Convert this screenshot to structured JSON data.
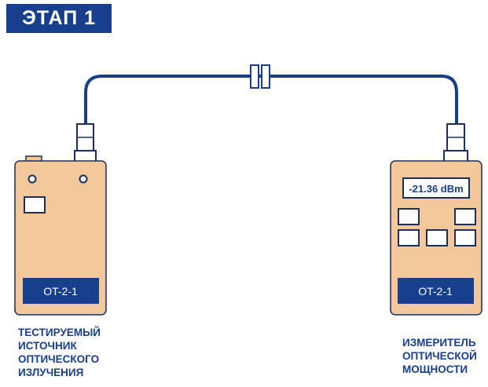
{
  "stage": {
    "title": "ЭТАП 1"
  },
  "source_device": {
    "model_label": "OT-2-1",
    "caption_lines": [
      "ТЕСТИРУЕМЫЙ",
      "ИСТОЧНИК",
      "ОПТИЧЕСКОГО",
      "ИЗЛУЧЕНИЯ"
    ]
  },
  "meter_device": {
    "model_label": "OT-2-1",
    "display_reading": "-21.36 dBm",
    "caption_lines": [
      "ИЗМЕРИТЕЛЬ",
      "ОПТИЧЕСКОЙ",
      "МОЩНОСТИ"
    ]
  },
  "colors": {
    "brand_blue": "#173f8c",
    "device_body": "#f3c79c",
    "outline": "#1a2f5a"
  }
}
